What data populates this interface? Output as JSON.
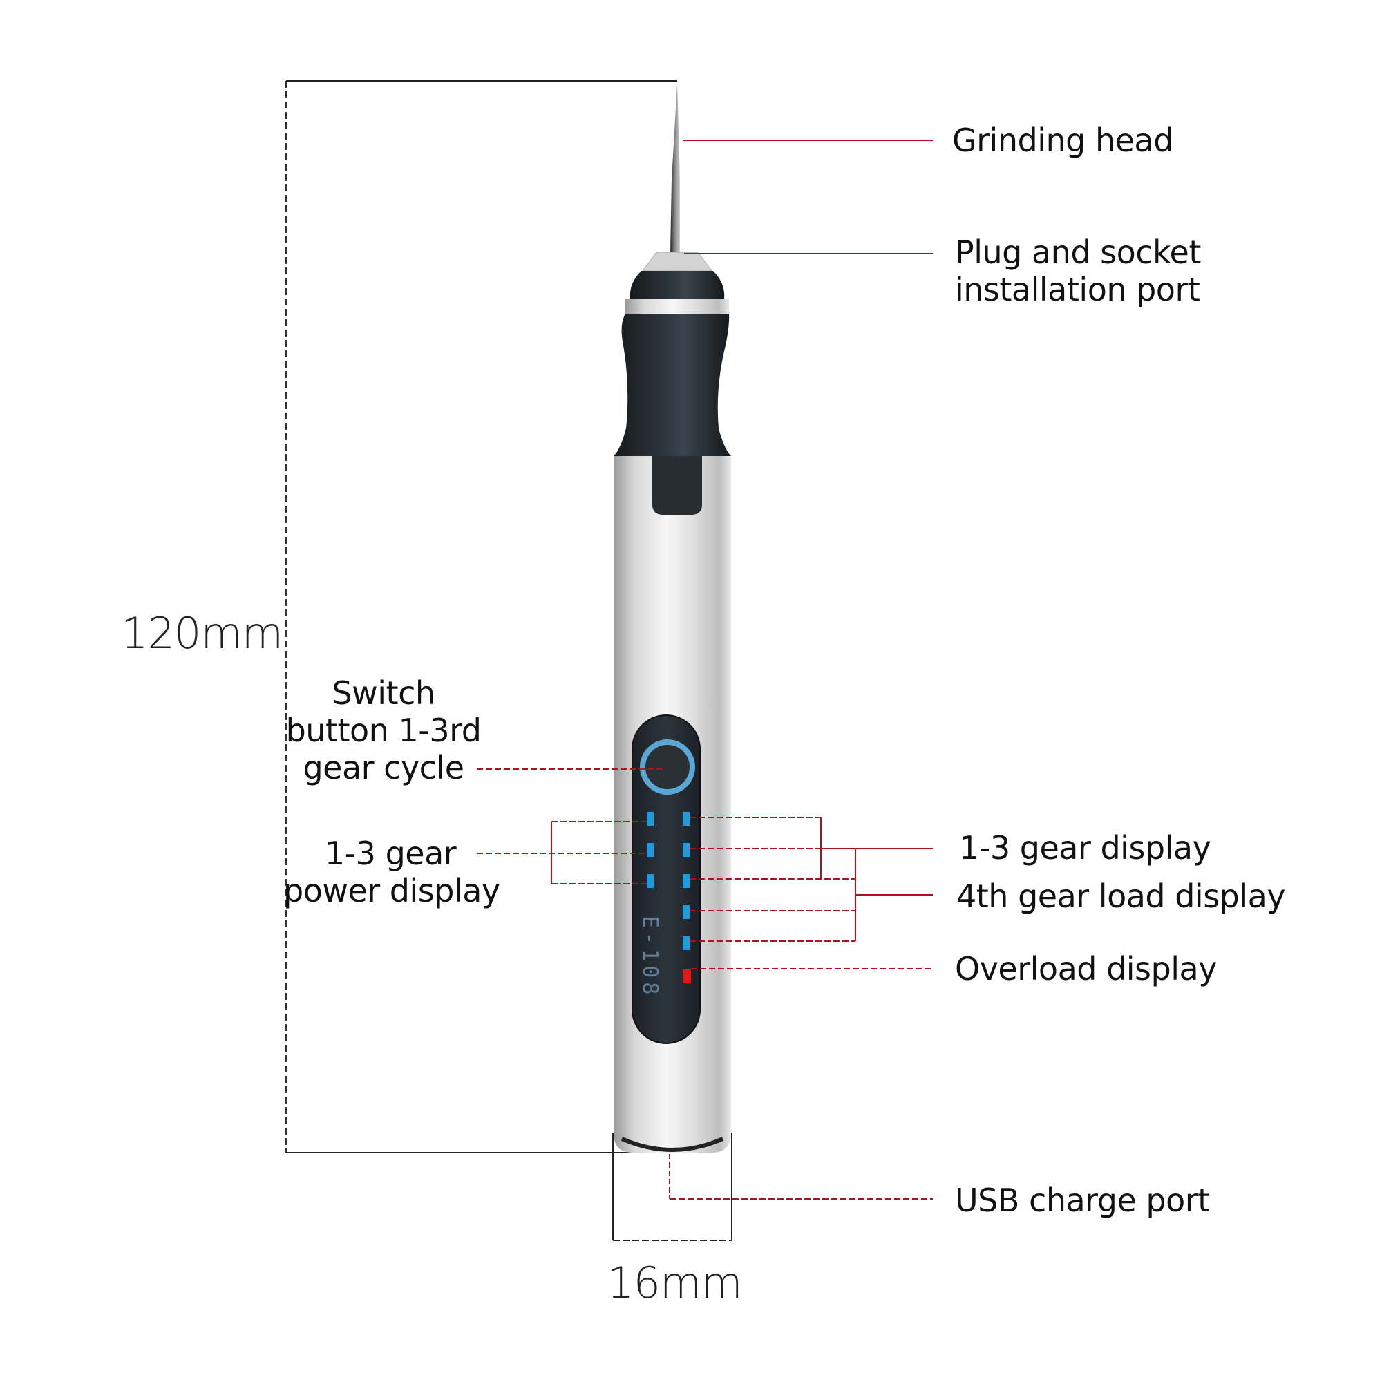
{
  "diagram": {
    "subject": "Electric engraving pen",
    "model_label": "E-108",
    "dimensions": {
      "length": "120mm",
      "diameter": "16mm"
    },
    "callouts_right": [
      {
        "id": "grinding-head",
        "label": "Grinding head"
      },
      {
        "id": "plug-socket",
        "label_line1": "Plug and socket",
        "label_line2": "installation port"
      },
      {
        "id": "gear-display",
        "label": "1-3 gear display"
      },
      {
        "id": "load-display",
        "label": "4th gear load display"
      },
      {
        "id": "overload-display",
        "label": "Overload display"
      },
      {
        "id": "usb-port",
        "label": "USB charge port"
      }
    ],
    "callouts_left": [
      {
        "id": "switch-button",
        "label_line1": "Switch",
        "label_line2": "button 1-3rd",
        "label_line3": "gear cycle"
      },
      {
        "id": "power-display",
        "label_line1": "1-3 gear",
        "label_line2": "power display"
      }
    ],
    "colors": {
      "leader_line": "#b0121b",
      "dimension_line": "#222222",
      "led_blue": "#1e9be0",
      "led_red": "#e01818",
      "body_silver": "#d9d9d9",
      "grip_dark": "#23292f",
      "ring_blue": "#5aa7d6"
    }
  }
}
